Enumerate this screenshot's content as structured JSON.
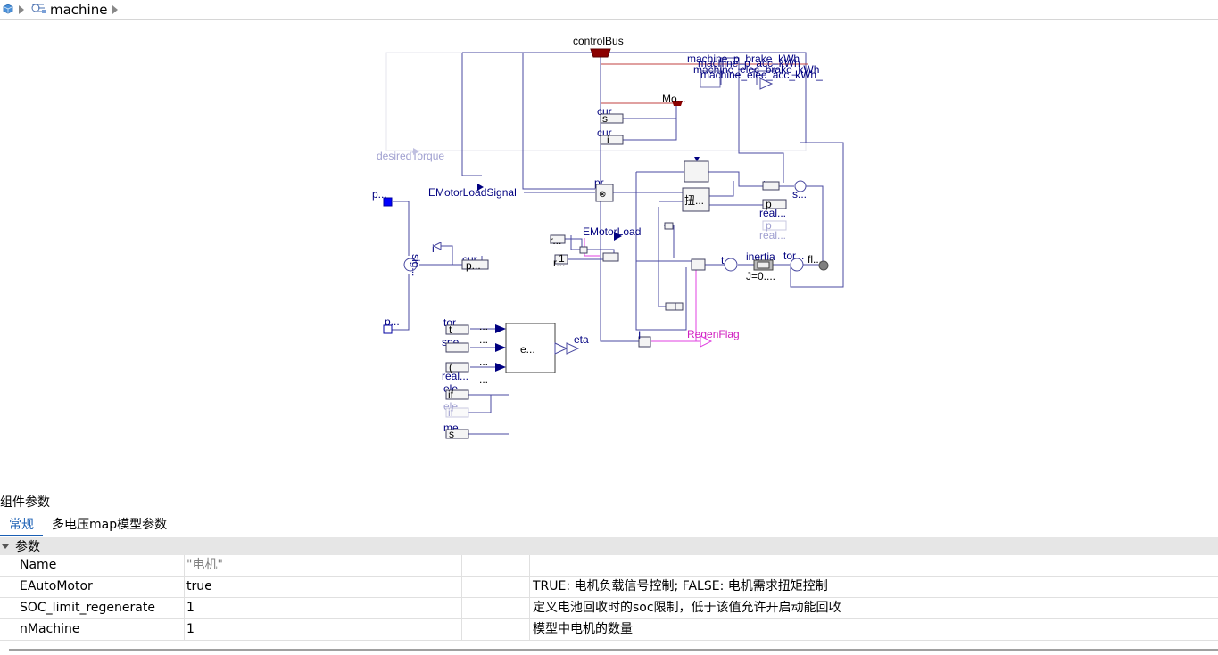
{
  "breadcrumb": {
    "model_name": "machine"
  },
  "diagram": {
    "labels": {
      "controlBus": "controlBus",
      "brake1": "machine_p_brake_kWh",
      "acc1": "machine_p_acc_kWh",
      "brake2": "machine_elec_brake_kWh",
      "acc2": "machine_elec_acc_kWh_",
      "mo": "Mo...",
      "cur1": "cur...",
      "s1": "s",
      "cur2": "cur...",
      "i1": "i",
      "desired": "desiredTorque",
      "p_top": "p...",
      "emls": "EMotorLoadSignal",
      "pr": "pr...",
      "t1": "t...",
      "s_dots": "s...",
      "torque_cn": "扭...",
      "real1": "real...",
      "real2": "real...",
      "p_blk": "p",
      "p_faint": "p",
      "r1": "r...",
      "one": "1",
      "r2": "r...",
      "eml": "EMotorLoad",
      "i2": "i",
      "sig": "sig...",
      "cur3": "cur...",
      "p_cur": "p...",
      "t2": "t",
      "inertia": "inertia",
      "j": "J=0....",
      "tor": "tor...",
      "fl": "fl...",
      "p_bot": "p...",
      "tor2": "tor...",
      "t3": "t",
      "spe": "spe...",
      "paren": "(",
      "real3": "real...",
      "if1": "if",
      "ele1": "ele...",
      "if2": "if",
      "ele2": "ele...",
      "me": "me...",
      "s2": "s",
      "e": "e...",
      "eta": "eta",
      "i3": "I",
      "regen": "RegenFlag",
      "dots": "..."
    },
    "colors": {
      "wire": "#4848a0",
      "bus": "#8b0000",
      "magenta": "#e040e0",
      "port": "#0000ff"
    }
  },
  "panel": {
    "title": "组件参数",
    "tabs": [
      {
        "label": "常规",
        "active": true
      },
      {
        "label": "多电压map模型参数",
        "active": false
      }
    ],
    "group": "参数",
    "rows": [
      {
        "name": "Name",
        "value": "\"电机\"",
        "unit": "",
        "description": ""
      },
      {
        "name": "EAutoMotor",
        "value": "true",
        "unit": "",
        "description": "TRUE: 电机负载信号控制; FALSE: 电机需求扭矩控制"
      },
      {
        "name": "SOC_limit_regenerate",
        "value": "1",
        "unit": "",
        "description": "定义电池回收时的soc限制，低于该值允许开启动能回收"
      },
      {
        "name": "nMachine",
        "value": "1",
        "unit": "",
        "description": "模型中电机的数量"
      }
    ]
  }
}
